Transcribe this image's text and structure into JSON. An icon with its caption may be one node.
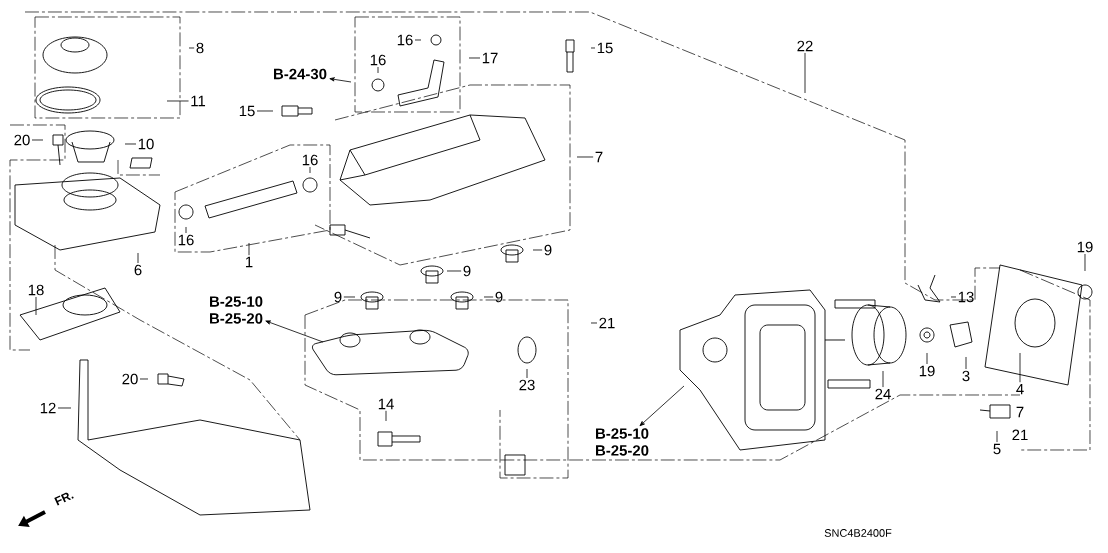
{
  "diagram": {
    "nodes": [
      {
        "text": [
          "8"
        ]
      },
      {
        "text": [
          "11"
        ]
      },
      {
        "text": [
          "20"
        ]
      },
      {
        "text": [
          "10"
        ]
      },
      {
        "text": [
          "16"
        ]
      },
      {
        "text": [
          "16"
        ]
      },
      {
        "text": [
          "17"
        ]
      },
      {
        "text": [
          "B-24-30"
        ]
      },
      {
        "text": [
          "15"
        ]
      },
      {
        "text": [
          "16"
        ]
      },
      {
        "text": [
          "16"
        ]
      },
      {
        "text": [
          "1"
        ]
      },
      {
        "text": [
          "6"
        ]
      },
      {
        "text": [
          "15"
        ]
      },
      {
        "text": [
          "7"
        ]
      },
      {
        "text": [
          "22"
        ]
      },
      {
        "text": [
          "9"
        ]
      },
      {
        "text": [
          "9"
        ]
      },
      {
        "text": [
          "9"
        ]
      },
      {
        "text": [
          "9"
        ]
      },
      {
        "text": [
          "18"
        ]
      },
      {
        "text": [
          "B-25-10",
          "B-25-20"
        ]
      },
      {
        "text": [
          "21"
        ]
      },
      {
        "text": [
          "13"
        ]
      },
      {
        "text": [
          "19"
        ]
      },
      {
        "text": [
          "20"
        ]
      },
      {
        "text": [
          "12"
        ]
      },
      {
        "text": [
          "23"
        ]
      },
      {
        "text": [
          "19"
        ]
      },
      {
        "text": [
          "3"
        ]
      },
      {
        "text": [
          "24"
        ]
      },
      {
        "text": [
          "4",
          "7",
          "21"
        ]
      },
      {
        "text": [
          "14"
        ]
      },
      {
        "text": [
          "B-25-10",
          "B-25-20"
        ]
      },
      {
        "text": [
          "5"
        ]
      }
    ],
    "edges": [
      {
        "from": 0,
        "to": null,
        "arrow": "none"
      },
      {
        "from": 1,
        "to": null,
        "arrow": "none"
      },
      {
        "from": 2,
        "to": null,
        "arrow": "none"
      },
      {
        "from": 3,
        "to": null,
        "arrow": "none"
      },
      {
        "from": 4,
        "to": null,
        "arrow": "none"
      },
      {
        "from": 5,
        "to": null,
        "arrow": "none"
      },
      {
        "from": 6,
        "to": null,
        "arrow": "none"
      },
      {
        "from": null,
        "to": 7,
        "arrow": "to"
      },
      {
        "from": 8,
        "to": null,
        "arrow": "none"
      },
      {
        "from": 9,
        "to": null,
        "arrow": "none"
      },
      {
        "from": 10,
        "to": null,
        "arrow": "none"
      },
      {
        "from": 11,
        "to": null,
        "arrow": "none"
      },
      {
        "from": 12,
        "to": null,
        "arrow": "none"
      },
      {
        "from": 13,
        "to": null,
        "arrow": "none"
      },
      {
        "from": 14,
        "to": null,
        "arrow": "none"
      },
      {
        "from": 15,
        "to": null,
        "arrow": "none"
      },
      {
        "from": 16,
        "to": null,
        "arrow": "none"
      },
      {
        "from": 17,
        "to": null,
        "arrow": "none"
      },
      {
        "from": 18,
        "to": null,
        "arrow": "none"
      },
      {
        "from": 19,
        "to": null,
        "arrow": "none"
      },
      {
        "from": 20,
        "to": null,
        "arrow": "none"
      },
      {
        "from": null,
        "to": 21,
        "arrow": "to"
      },
      {
        "from": 22,
        "to": null,
        "arrow": "none"
      },
      {
        "from": 23,
        "to": null,
        "arrow": "none"
      },
      {
        "from": 24,
        "to": null,
        "arrow": "none"
      },
      {
        "from": 25,
        "to": null,
        "arrow": "none"
      },
      {
        "from": 26,
        "to": null,
        "arrow": "none"
      },
      {
        "from": 27,
        "to": null,
        "arrow": "none"
      },
      {
        "from": 28,
        "to": null,
        "arrow": "none"
      },
      {
        "from": 29,
        "to": null,
        "arrow": "none"
      },
      {
        "from": 30,
        "to": null,
        "arrow": "none"
      },
      {
        "from": 31,
        "to": null,
        "arrow": "none"
      },
      {
        "from": 32,
        "to": null,
        "arrow": "none"
      },
      {
        "from": null,
        "to": 33,
        "arrow": "to"
      },
      {
        "from": 34,
        "to": null,
        "arrow": "none"
      }
    ],
    "labels": [
      "FR.",
      "SNC4B2400F"
    ]
  }
}
